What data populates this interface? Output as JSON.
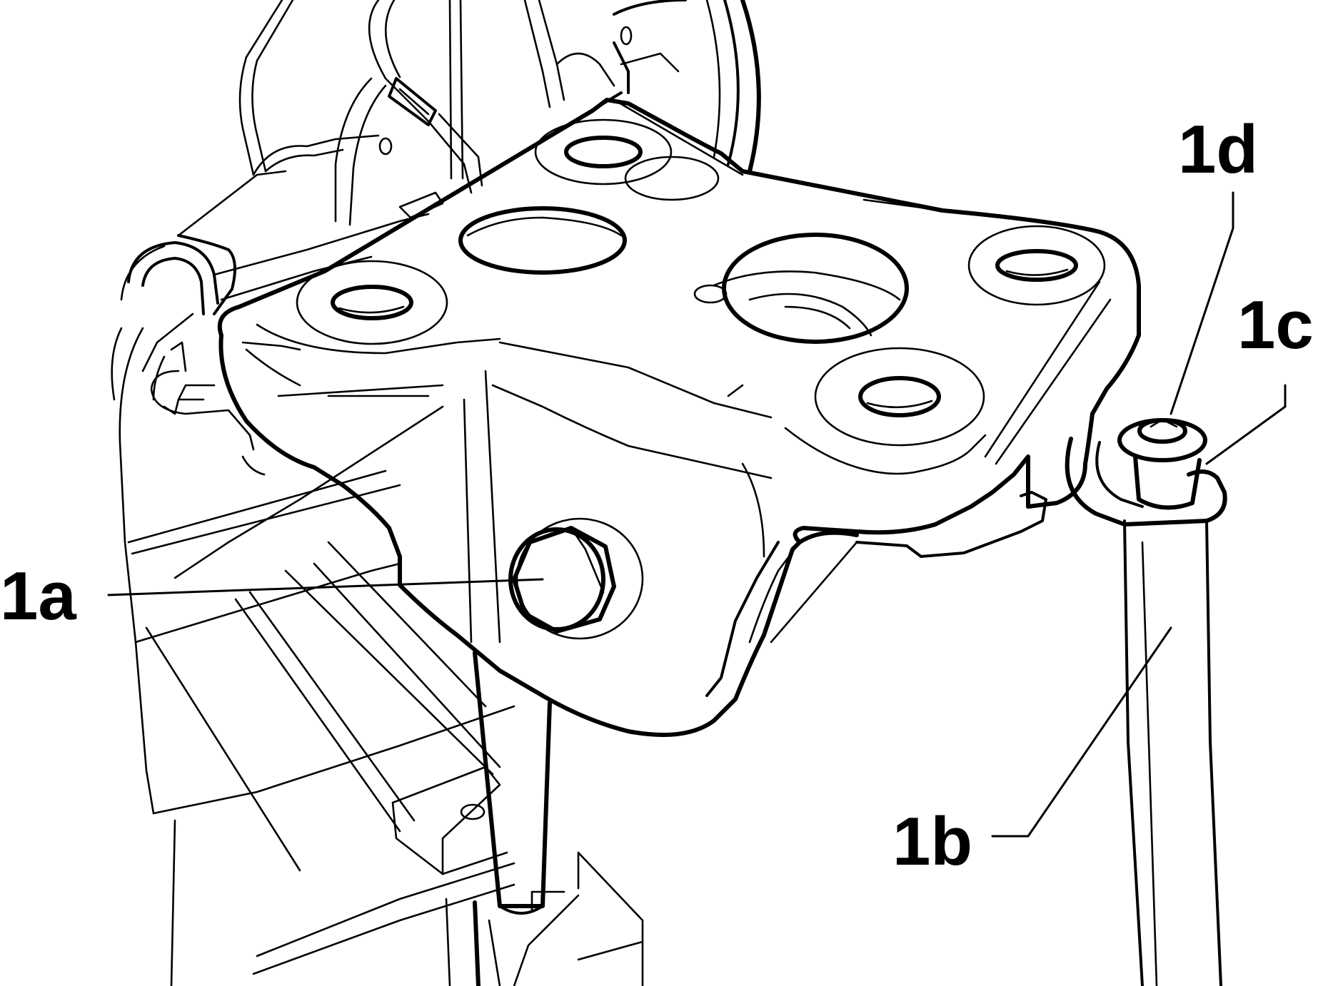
{
  "callouts": {
    "a": "1a",
    "b": "1b",
    "c": "1c",
    "d": "1d"
  },
  "colors": {
    "line": "#000000",
    "background": "#ffffff"
  }
}
